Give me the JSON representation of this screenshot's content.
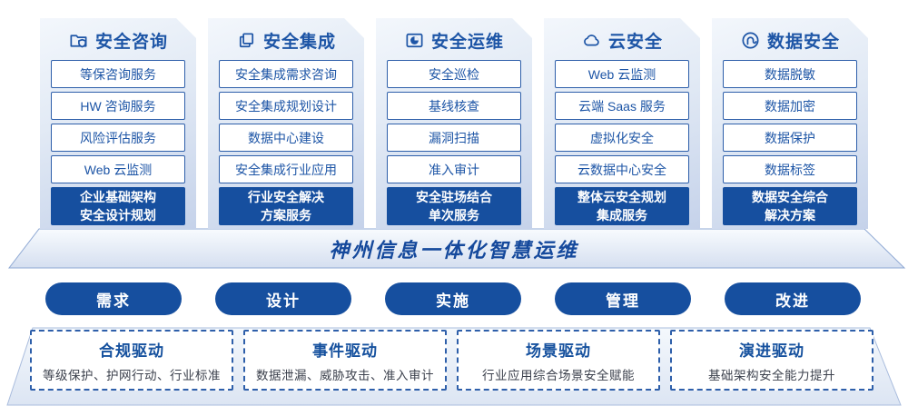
{
  "palette": {
    "primary": "#164F9F",
    "text_blue": "#1D55A6",
    "border_blue": "#2E5FAA",
    "desc_text": "#3C414D"
  },
  "columns": [
    {
      "icon": "folder-shield-icon",
      "title": "安全咨询",
      "items": [
        "等保咨询服务",
        "HW 咨询服务",
        "风险评估服务",
        "Web 云监测"
      ],
      "footer": [
        "企业基础架构",
        "安全设计规划"
      ]
    },
    {
      "icon": "documents-icon",
      "title": "安全集成",
      "items": [
        "安全集成需求咨询",
        "安全集成规划设计",
        "数据中心建设",
        "安全集成行业应用"
      ],
      "footer": [
        "行业安全解决",
        "方案服务"
      ]
    },
    {
      "icon": "monitor-pie-icon",
      "title": "安全运维",
      "items": [
        "安全巡检",
        "基线核查",
        "漏洞扫描",
        "准入审计"
      ],
      "footer": [
        "安全驻场结合",
        "单次服务"
      ]
    },
    {
      "icon": "cloud-icon",
      "title": "云安全",
      "items": [
        "Web 云监测",
        "云端 Saas 服务",
        "虚拟化安全",
        "云数据中心安全"
      ],
      "footer": [
        "整体云安全规划",
        "集成服务"
      ]
    },
    {
      "icon": "fingerprint-spiral-icon",
      "title": "数据安全",
      "items": [
        "数据脱敏",
        "数据加密",
        "数据保护",
        "数据标签"
      ],
      "footer": [
        "数据安全综合",
        "解决方案"
      ]
    }
  ],
  "banner": {
    "title": "神州信息一体化智慧运维"
  },
  "phases": [
    {
      "label": "需求"
    },
    {
      "label": "设计"
    },
    {
      "label": "实施"
    },
    {
      "label": "管理"
    },
    {
      "label": "改进"
    }
  ],
  "drivers": [
    {
      "title": "合规驱动",
      "desc": "等级保护、护网行动、行业标准"
    },
    {
      "title": "事件驱动",
      "desc": "数据泄漏、威胁攻击、准入审计"
    },
    {
      "title": "场景驱动",
      "desc": "行业应用综合场景安全赋能"
    },
    {
      "title": "演进驱动",
      "desc": "基础架构安全能力提升"
    }
  ]
}
